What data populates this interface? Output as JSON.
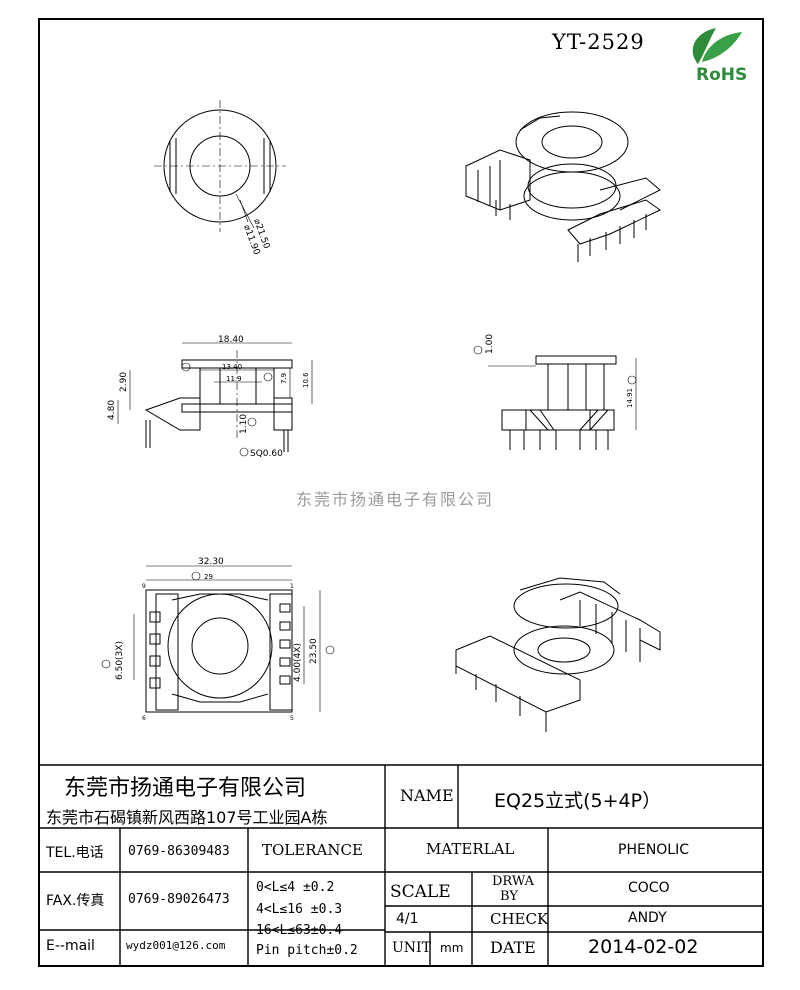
{
  "header": {
    "part_number": "YT-2529",
    "logo_text": "RoHS"
  },
  "watermark": "东莞市扬通电子有限公司",
  "dimensions": {
    "top_view": {
      "outer_dia": "⌀21.50",
      "inner_dia": "⌀11.90"
    },
    "front_view": {
      "width_overall": "18.40",
      "width_inner": "13.40",
      "width_core": "11.9",
      "height_79": "7.9",
      "height_106": "10.6",
      "left_290": "2.90",
      "left_480": "4.80",
      "bottom_110": "1.10",
      "pin_sq": "SQ0.60"
    },
    "side_view": {
      "top_100": "1.00",
      "height_1491": "14.91"
    },
    "bottom_view": {
      "width_overall": "32.30",
      "pitch_29": "29",
      "pitch_650": "6.50(3X)",
      "pitch_400": "4.00(4X)",
      "height_2350": "23.50",
      "pin_9": "9",
      "pin_1": "1",
      "pin_6": "6",
      "pin_5": "5"
    }
  },
  "title_block": {
    "company_name": "东莞市扬通电子有限公司",
    "company_address": "东莞市石碣镇新风西路107号工业园A栋",
    "name_label": "NAME",
    "name_value": "EQ25立式(5+4P）",
    "tel_label": "TEL.电话",
    "tel_value": "0769-86309483",
    "fax_label": "FAX.传真",
    "fax_value": "0769-89026473",
    "email_label": "E--mail",
    "email_value": "wydz001@126.com",
    "tolerance_label": "TOLERANCE",
    "tol_1": "0<L≤4   ±0.2",
    "tol_2": "4<L≤16  ±0.3",
    "tol_3": "16<L≤63±0.4",
    "tol_4": "Pin pitch±0.2",
    "material_label": "MATERLAL",
    "material_value": "PHENOLIC",
    "scale_label": "SCALE",
    "scale_value": "4/1",
    "drawn_label_1": "DRWA",
    "drawn_label_2": "BY",
    "drawn_value": "COCO",
    "check_label": "CHECK",
    "check_value": "ANDY",
    "unit_label": "UNIT",
    "unit_value": "mm",
    "date_label": "DATE",
    "date_value": "2014-02-02"
  }
}
